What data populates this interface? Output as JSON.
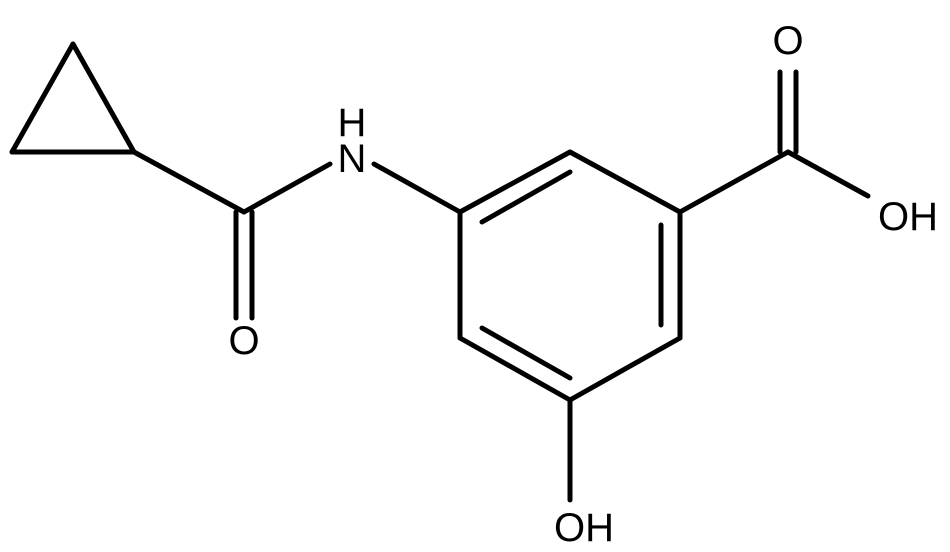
{
  "structure": {
    "atom_labels": {
      "amide_nitrogen": "N",
      "amide_hydrogen": "H",
      "amide_oxygen": "O",
      "acid_carbonyl_oxygen": "O",
      "acid_hydroxyl": "OH",
      "ring_hydroxyl": "OH"
    },
    "colors": {
      "bonds": "#000000",
      "labels": "#000000",
      "background": "#ffffff"
    }
  }
}
